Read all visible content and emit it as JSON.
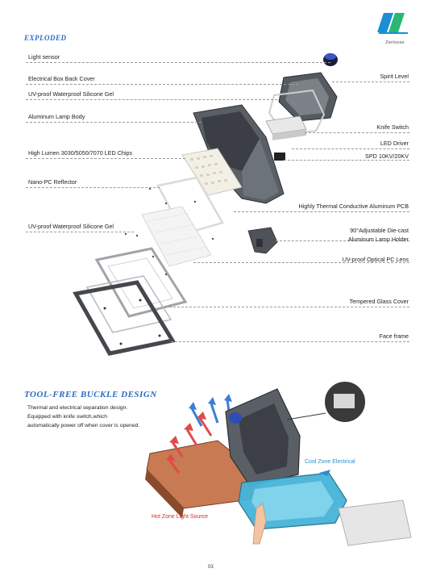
{
  "brand": {
    "name": "Zerlosso"
  },
  "exploded": {
    "title": "EXPLODED",
    "labels_left": [
      "Light sensor",
      "Electrical Box Back Cover",
      "UV-proof Waterproof Silicone Gel",
      "Aluminum Lamp Body",
      "High Lumen 3030/5050/7070 LED Chips",
      "Nano-PC Reflector",
      "UV-proof Waterproof Silicone Gel"
    ],
    "labels_right": [
      "Spirit Level",
      "Knife Switch",
      "LED Driver",
      "SPD 10KV/20KV",
      "Highly Thermal Conductive Aluminum PCB",
      "90°Adjustable Die-cast",
      "Aluminum Lamp Holder",
      "UV-proof Optical PC Lens",
      "Tempered Glass Cover",
      "Face frame"
    ]
  },
  "toolfree": {
    "title": "TOOL-FREE BUCKLE DESIGN",
    "lines": [
      "Thermal and electrical separation design.",
      "Equipped with knife switch,which",
      "automatically power off when cover is opened."
    ],
    "cool_label": "Cool Zone Electrical",
    "hot_label": "Hot Zone Light Source"
  },
  "page_number": "03",
  "colors": {
    "accent": "#2b6cc4",
    "cool": "#2a8fc9",
    "hot": "#d42a2a"
  }
}
